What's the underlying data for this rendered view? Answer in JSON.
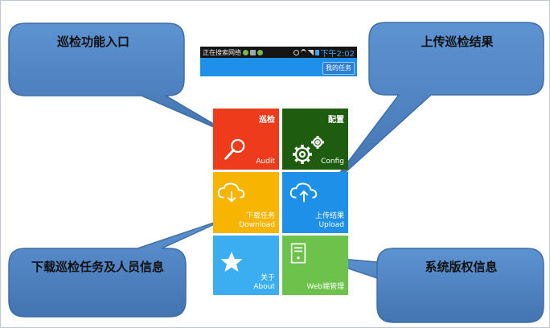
{
  "callouts": {
    "audit_entry": "巡检功能入口",
    "upload_results": "上传巡检结果",
    "download_tasks": "下载巡检任务及人员信息",
    "copyright": "系统版权信息"
  },
  "phone": {
    "status_text": "正在搜索网络",
    "time": "下午2:02",
    "my_task_button": "我的任务"
  },
  "tiles": {
    "audit": {
      "cn": "巡检",
      "en": "Audit",
      "color": "#ee3b1c"
    },
    "config": {
      "cn": "配置",
      "en": "Config",
      "color": "#1e5c10"
    },
    "download": {
      "cn": "下载任务",
      "en": "Download",
      "color": "#f7b400"
    },
    "upload": {
      "cn": "上传结果",
      "en": "Upload",
      "color": "#1e90e8"
    },
    "about": {
      "cn": "关于",
      "en": "About",
      "color": "#3aaef0"
    },
    "web": {
      "cn": "Web端管理",
      "color": "#6cc24a"
    }
  },
  "colors": {
    "callout_fill": "#4f84c4",
    "callout_stroke": "#3d6ea8"
  }
}
